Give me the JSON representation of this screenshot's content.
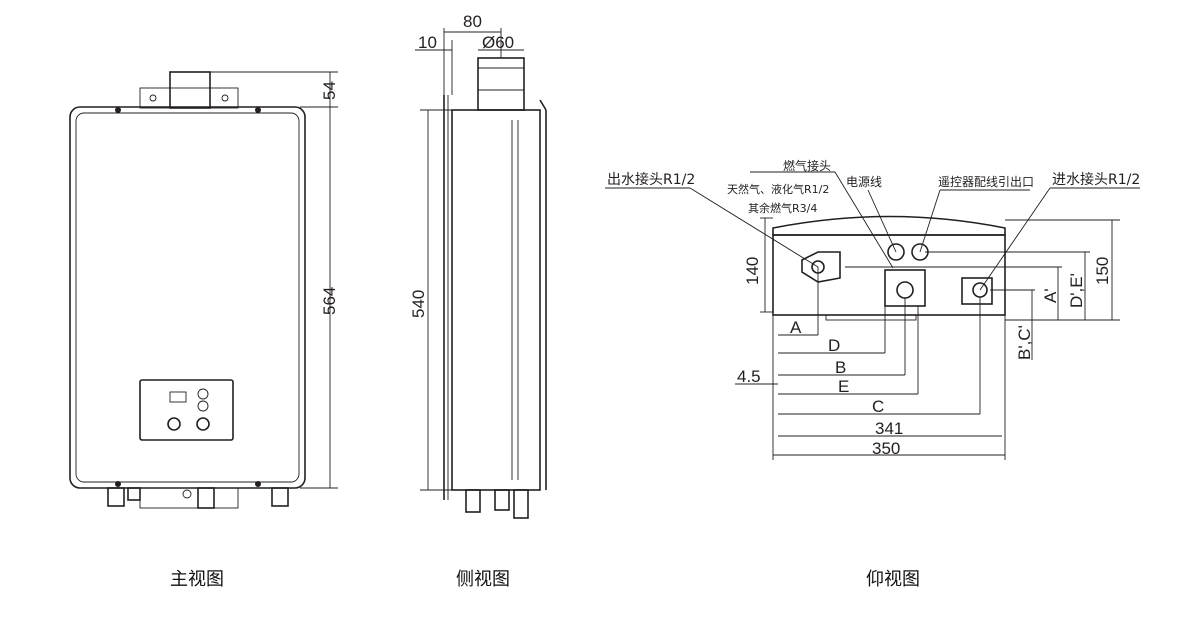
{
  "front_view": {
    "caption": "主视图",
    "dim_top": "54",
    "dim_height": "564"
  },
  "side_view": {
    "caption": "侧视图",
    "dim_80": "80",
    "dim_10": "10",
    "dim_flue": "Ø60",
    "dim_height": "540"
  },
  "bottom_view": {
    "caption": "仰视图",
    "labels": {
      "water_out": "出水接头R1/2",
      "gas": "燃气接头",
      "gas_natural": "天然气、液化气R1/2",
      "gas_other": "其余燃气R3/4",
      "power": "电源线",
      "remote": "遥控器配线引出口",
      "water_in": "进水接头R1/2"
    },
    "dims": {
      "d140": "140",
      "d150": "150",
      "A": "A",
      "D": "D",
      "B": "B",
      "E": "E",
      "C": "C",
      "d4_5": "4.5",
      "d341": "341",
      "d350": "350",
      "A_p": "A'",
      "DE_p": "D',E'",
      "BC_p": "B',C'"
    }
  }
}
